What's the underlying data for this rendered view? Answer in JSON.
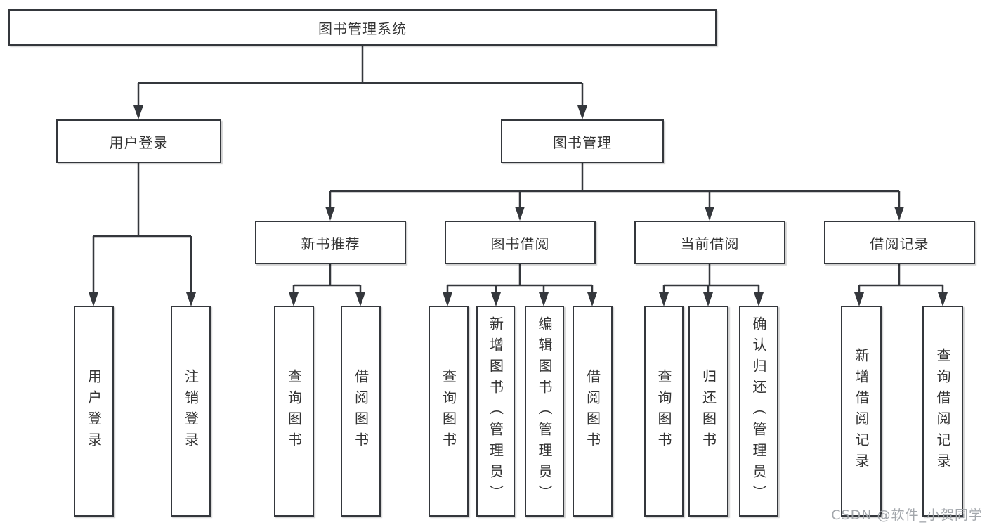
{
  "diagram_title": "图书管理系统",
  "nodes": {
    "root": {
      "label": "图书管理系统"
    },
    "userLogin": {
      "label": "用户登录"
    },
    "bookMgmt": {
      "label": "图书管理"
    },
    "newBookRec": {
      "label": "新书推荐"
    },
    "bookBorrow": {
      "label": "图书借阅"
    },
    "currentBorrow": {
      "label": "当前借阅"
    },
    "borrowRecord": {
      "label": "借阅记录"
    },
    "leafUserLogin": {
      "label": "用户登录"
    },
    "leafLogout": {
      "label": "注销登录"
    },
    "leafQueryBook1": {
      "label": "查询图书"
    },
    "leafBorrowBook1": {
      "label": "借阅图书"
    },
    "leafQueryBook2": {
      "label": "查询图书"
    },
    "leafAddBook": {
      "label": "新增图书（管理员）"
    },
    "leafEditBook": {
      "label": "编辑图书（管理员）"
    },
    "leafBorrowBook2": {
      "label": "借阅图书"
    },
    "leafQueryBook3": {
      "label": "查询图书"
    },
    "leafReturnBook": {
      "label": "归还图书"
    },
    "leafConfirmReturn": {
      "label": "确认归还（管理员）"
    },
    "leafAddRecord": {
      "label": "新增借阅记录"
    },
    "leafQueryRecord": {
      "label": "查询借阅记录"
    }
  },
  "watermark": "CSDN @软件_小贺同学",
  "colors": {
    "line": "#34373c",
    "text": "#333333",
    "watermark": "#9ea2a8",
    "background": "#ffffff"
  }
}
